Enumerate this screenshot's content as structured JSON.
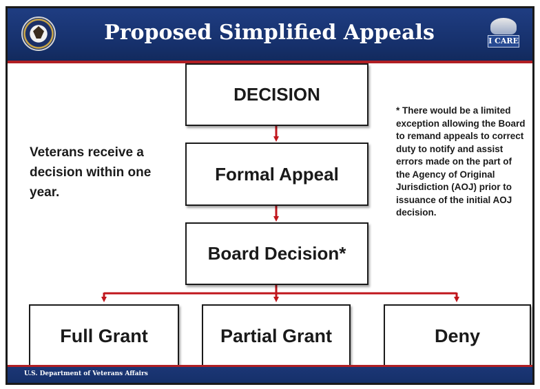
{
  "header": {
    "title": "Proposed Simplified Appeals",
    "logo_right_text": "I CARE"
  },
  "flow": {
    "decision": "DECISION",
    "formal_appeal": "Formal Appeal",
    "board_decision": "Board Decision*",
    "outcomes": [
      "Full Grant",
      "Partial Grant",
      "Deny"
    ]
  },
  "side_note": "Veterans receive a decision within one year.",
  "footnote": "* There would be a limited exception allowing the Board to remand appeals to correct duty to notify and assist errors made on the part of the Agency of Original Jurisdiction (AOJ) prior to issuance of the initial AOJ decision.",
  "footer": {
    "text": "U.S. Department of Veterans Affairs"
  },
  "colors": {
    "header_blue": "#1a377a",
    "accent_red": "#b11f24",
    "arrow_red": "#c0161c",
    "text": "#1a1a1a"
  }
}
